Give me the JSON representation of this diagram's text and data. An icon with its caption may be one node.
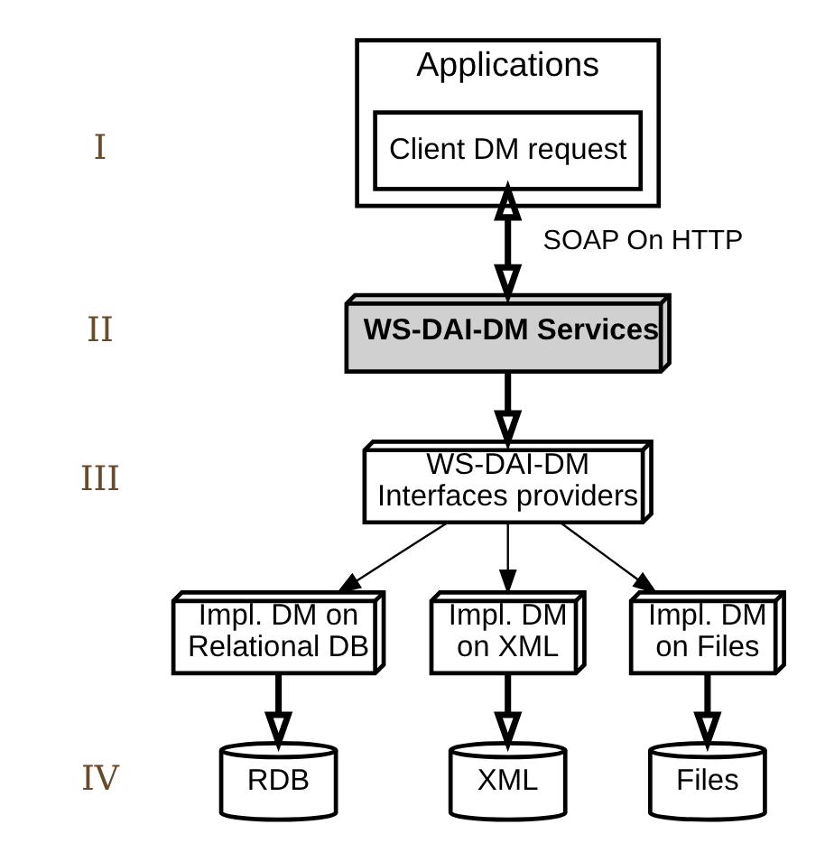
{
  "diagram": {
    "nodes": [
      {
        "text": [
          "Applications"
        ]
      },
      {
        "text": [
          "Client DM request"
        ],
        "in": 0
      },
      {
        "text": [
          "WS-DAI-DM Services"
        ]
      },
      {
        "text": [
          "WS-DAI-DM Interfaces providers"
        ]
      },
      {
        "text": [
          "Impl. DM on Relational DB"
        ]
      },
      {
        "text": [
          "Impl. DM on XML"
        ]
      },
      {
        "text": [
          "Impl. DM on Files"
        ]
      },
      {
        "text": [
          "RDB"
        ]
      },
      {
        "text": [
          "XML"
        ]
      },
      {
        "text": [
          "Files"
        ]
      }
    ],
    "edges": [
      {
        "from": 1,
        "to": 2,
        "arrow": "both",
        "label": "SOAP On HTTP"
      },
      {
        "from": 2,
        "to": 3,
        "arrow": "to"
      },
      {
        "from": 3,
        "to": 4,
        "arrow": "to"
      },
      {
        "from": 3,
        "to": 5,
        "arrow": "to"
      },
      {
        "from": 3,
        "to": 6,
        "arrow": "to"
      },
      {
        "from": 4,
        "to": 7,
        "arrow": "to"
      },
      {
        "from": 5,
        "to": 8,
        "arrow": "to"
      },
      {
        "from": 6,
        "to": 9,
        "arrow": "to"
      }
    ],
    "labels": [
      "I",
      "II",
      "III",
      "IV"
    ]
  }
}
